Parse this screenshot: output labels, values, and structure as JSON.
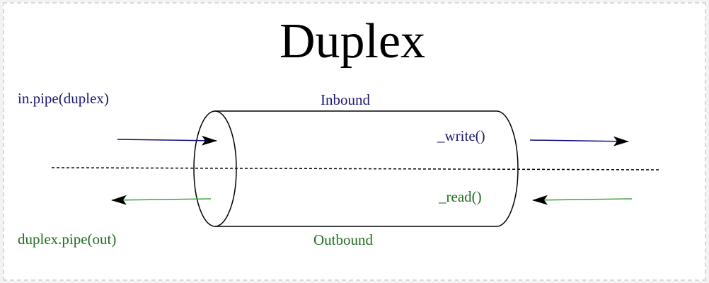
{
  "title": "Duplex",
  "labels": {
    "in_pipe": "in.pipe(duplex)",
    "inbound": "Inbound",
    "write": "_write()",
    "read": "_read()",
    "outbound": "Outbound",
    "duplex_pipe": "duplex.pipe(out)"
  },
  "colors": {
    "inbound": "#1a1a6e",
    "outbound": "#1f6e1f",
    "inbound_arrow": "#0f0f80",
    "outbound_arrow": "#3ea33e"
  }
}
